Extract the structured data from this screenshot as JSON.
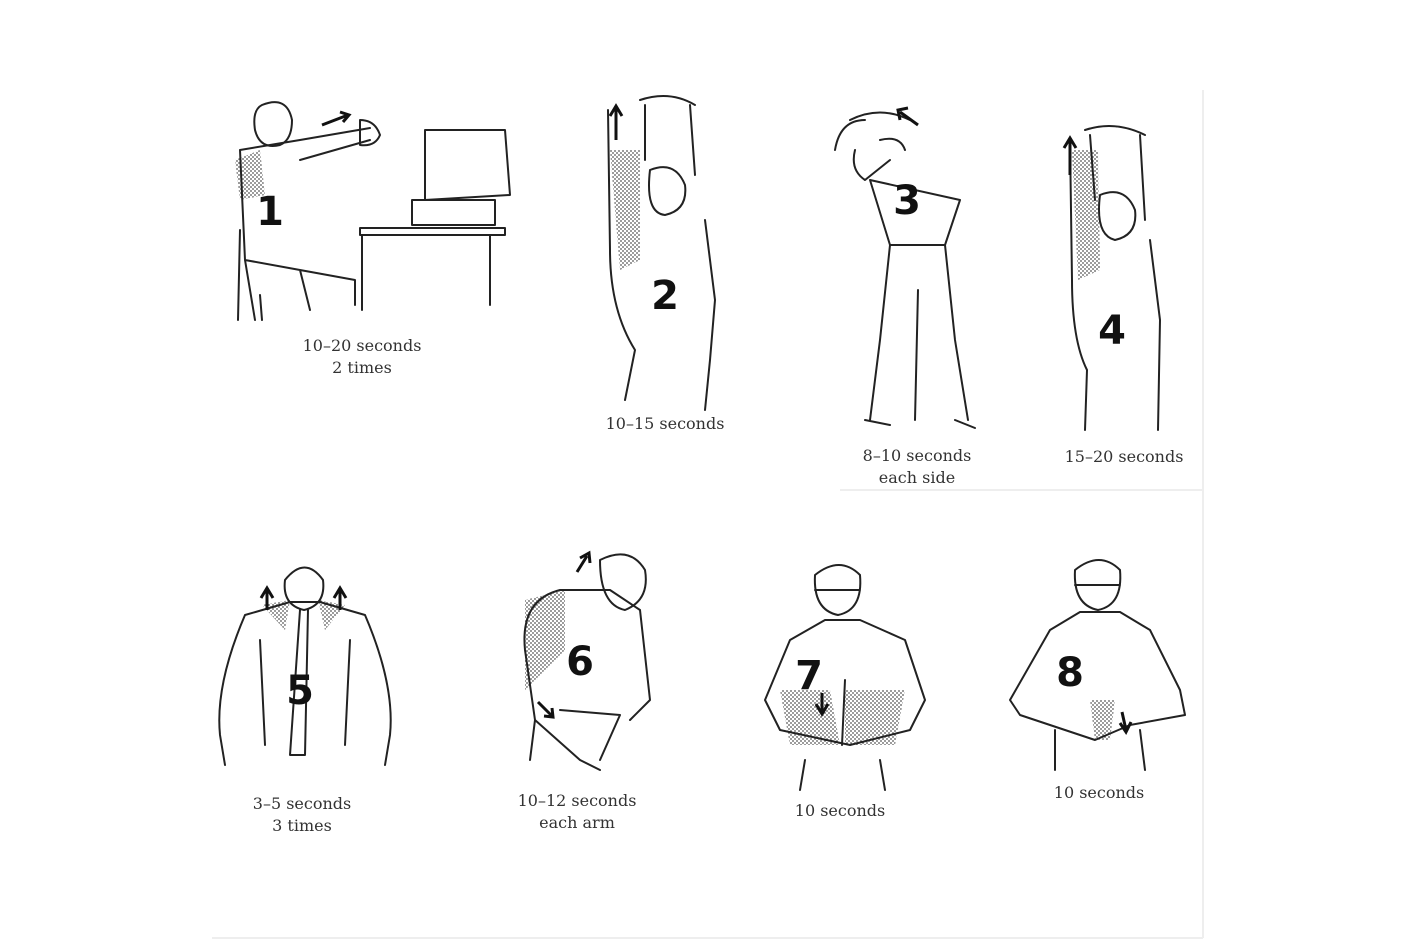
{
  "stretches": [
    {
      "number": "1",
      "caption": [
        "10–20 seconds",
        "2 times"
      ]
    },
    {
      "number": "2",
      "caption": [
        "10–15 seconds"
      ]
    },
    {
      "number": "3",
      "caption": [
        "8–10 seconds",
        "each side"
      ]
    },
    {
      "number": "4",
      "caption": [
        "15–20 seconds"
      ]
    },
    {
      "number": "5",
      "caption": [
        "3–5 seconds",
        "3 times"
      ]
    },
    {
      "number": "6",
      "caption": [
        "10–12 seconds",
        "each arm"
      ]
    },
    {
      "number": "7",
      "caption": [
        "10 seconds"
      ]
    },
    {
      "number": "8",
      "caption": [
        "10 seconds"
      ]
    }
  ]
}
